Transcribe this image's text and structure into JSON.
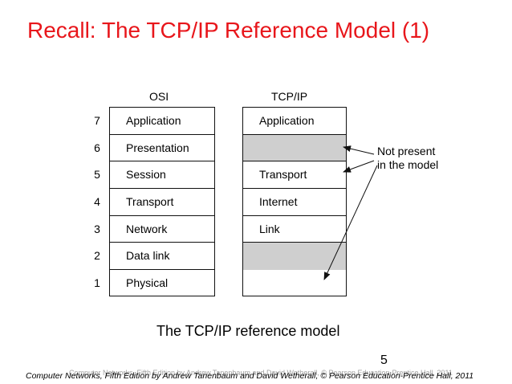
{
  "slide": {
    "title": "Recall: The TCP/IP Reference Model (1)",
    "caption": "The TCP/IP reference model",
    "page_number": "5",
    "footer": "Computer Networks, Fifth Edition by Andrew Tanenbaum and David Wetherall, © Pearson Education-Prentice Hall, 2011",
    "footer_ghost": "Computer Networks, Fifth Edition by Andrew Tanenbaum and David Wetherall, © Pearson Education-Prentice Hall, 2011"
  },
  "diagram": {
    "osi_heading": "OSI",
    "tcpip_heading": "TCP/IP",
    "layer_numbers": [
      "7",
      "6",
      "5",
      "4",
      "3",
      "2",
      "1"
    ],
    "osi_layers": [
      "Application",
      "Presentation",
      "Session",
      "Transport",
      "Network",
      "Data link",
      "Physical"
    ],
    "tcpip_layers": {
      "application": "Application",
      "transport": "Transport",
      "internet": "Internet",
      "link": "Link"
    },
    "annotation": [
      "Not present",
      "in the model"
    ],
    "colors": {
      "title": "#e8161b",
      "shaded": "#cfcfcf"
    }
  }
}
